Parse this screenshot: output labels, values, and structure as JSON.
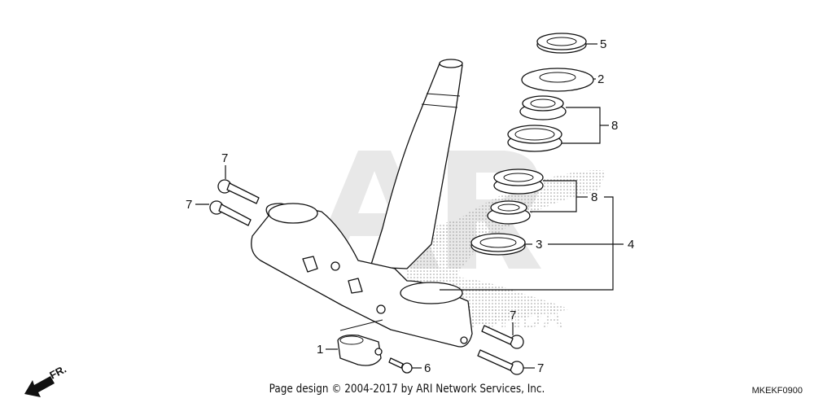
{
  "diagram": {
    "watermark_text": "ARI",
    "brand_watermark": "HONDA",
    "direction_label": "FR.",
    "callouts": [
      {
        "id": "c5",
        "label": "5"
      },
      {
        "id": "c2",
        "label": "2"
      },
      {
        "id": "c8a",
        "label": "8"
      },
      {
        "id": "c8b",
        "label": "8"
      },
      {
        "id": "c3",
        "label": "3"
      },
      {
        "id": "c4",
        "label": "4"
      },
      {
        "id": "c7a",
        "label": "7"
      },
      {
        "id": "c7b",
        "label": "7"
      },
      {
        "id": "c7c",
        "label": "7"
      },
      {
        "id": "c7d",
        "label": "7"
      },
      {
        "id": "c1",
        "label": "1"
      },
      {
        "id": "c6",
        "label": "6"
      }
    ]
  },
  "footer": {
    "copyright": "Page design © 2004-2017 by ARI Network Services, Inc.",
    "diagram_code": "MKEKF0900"
  }
}
